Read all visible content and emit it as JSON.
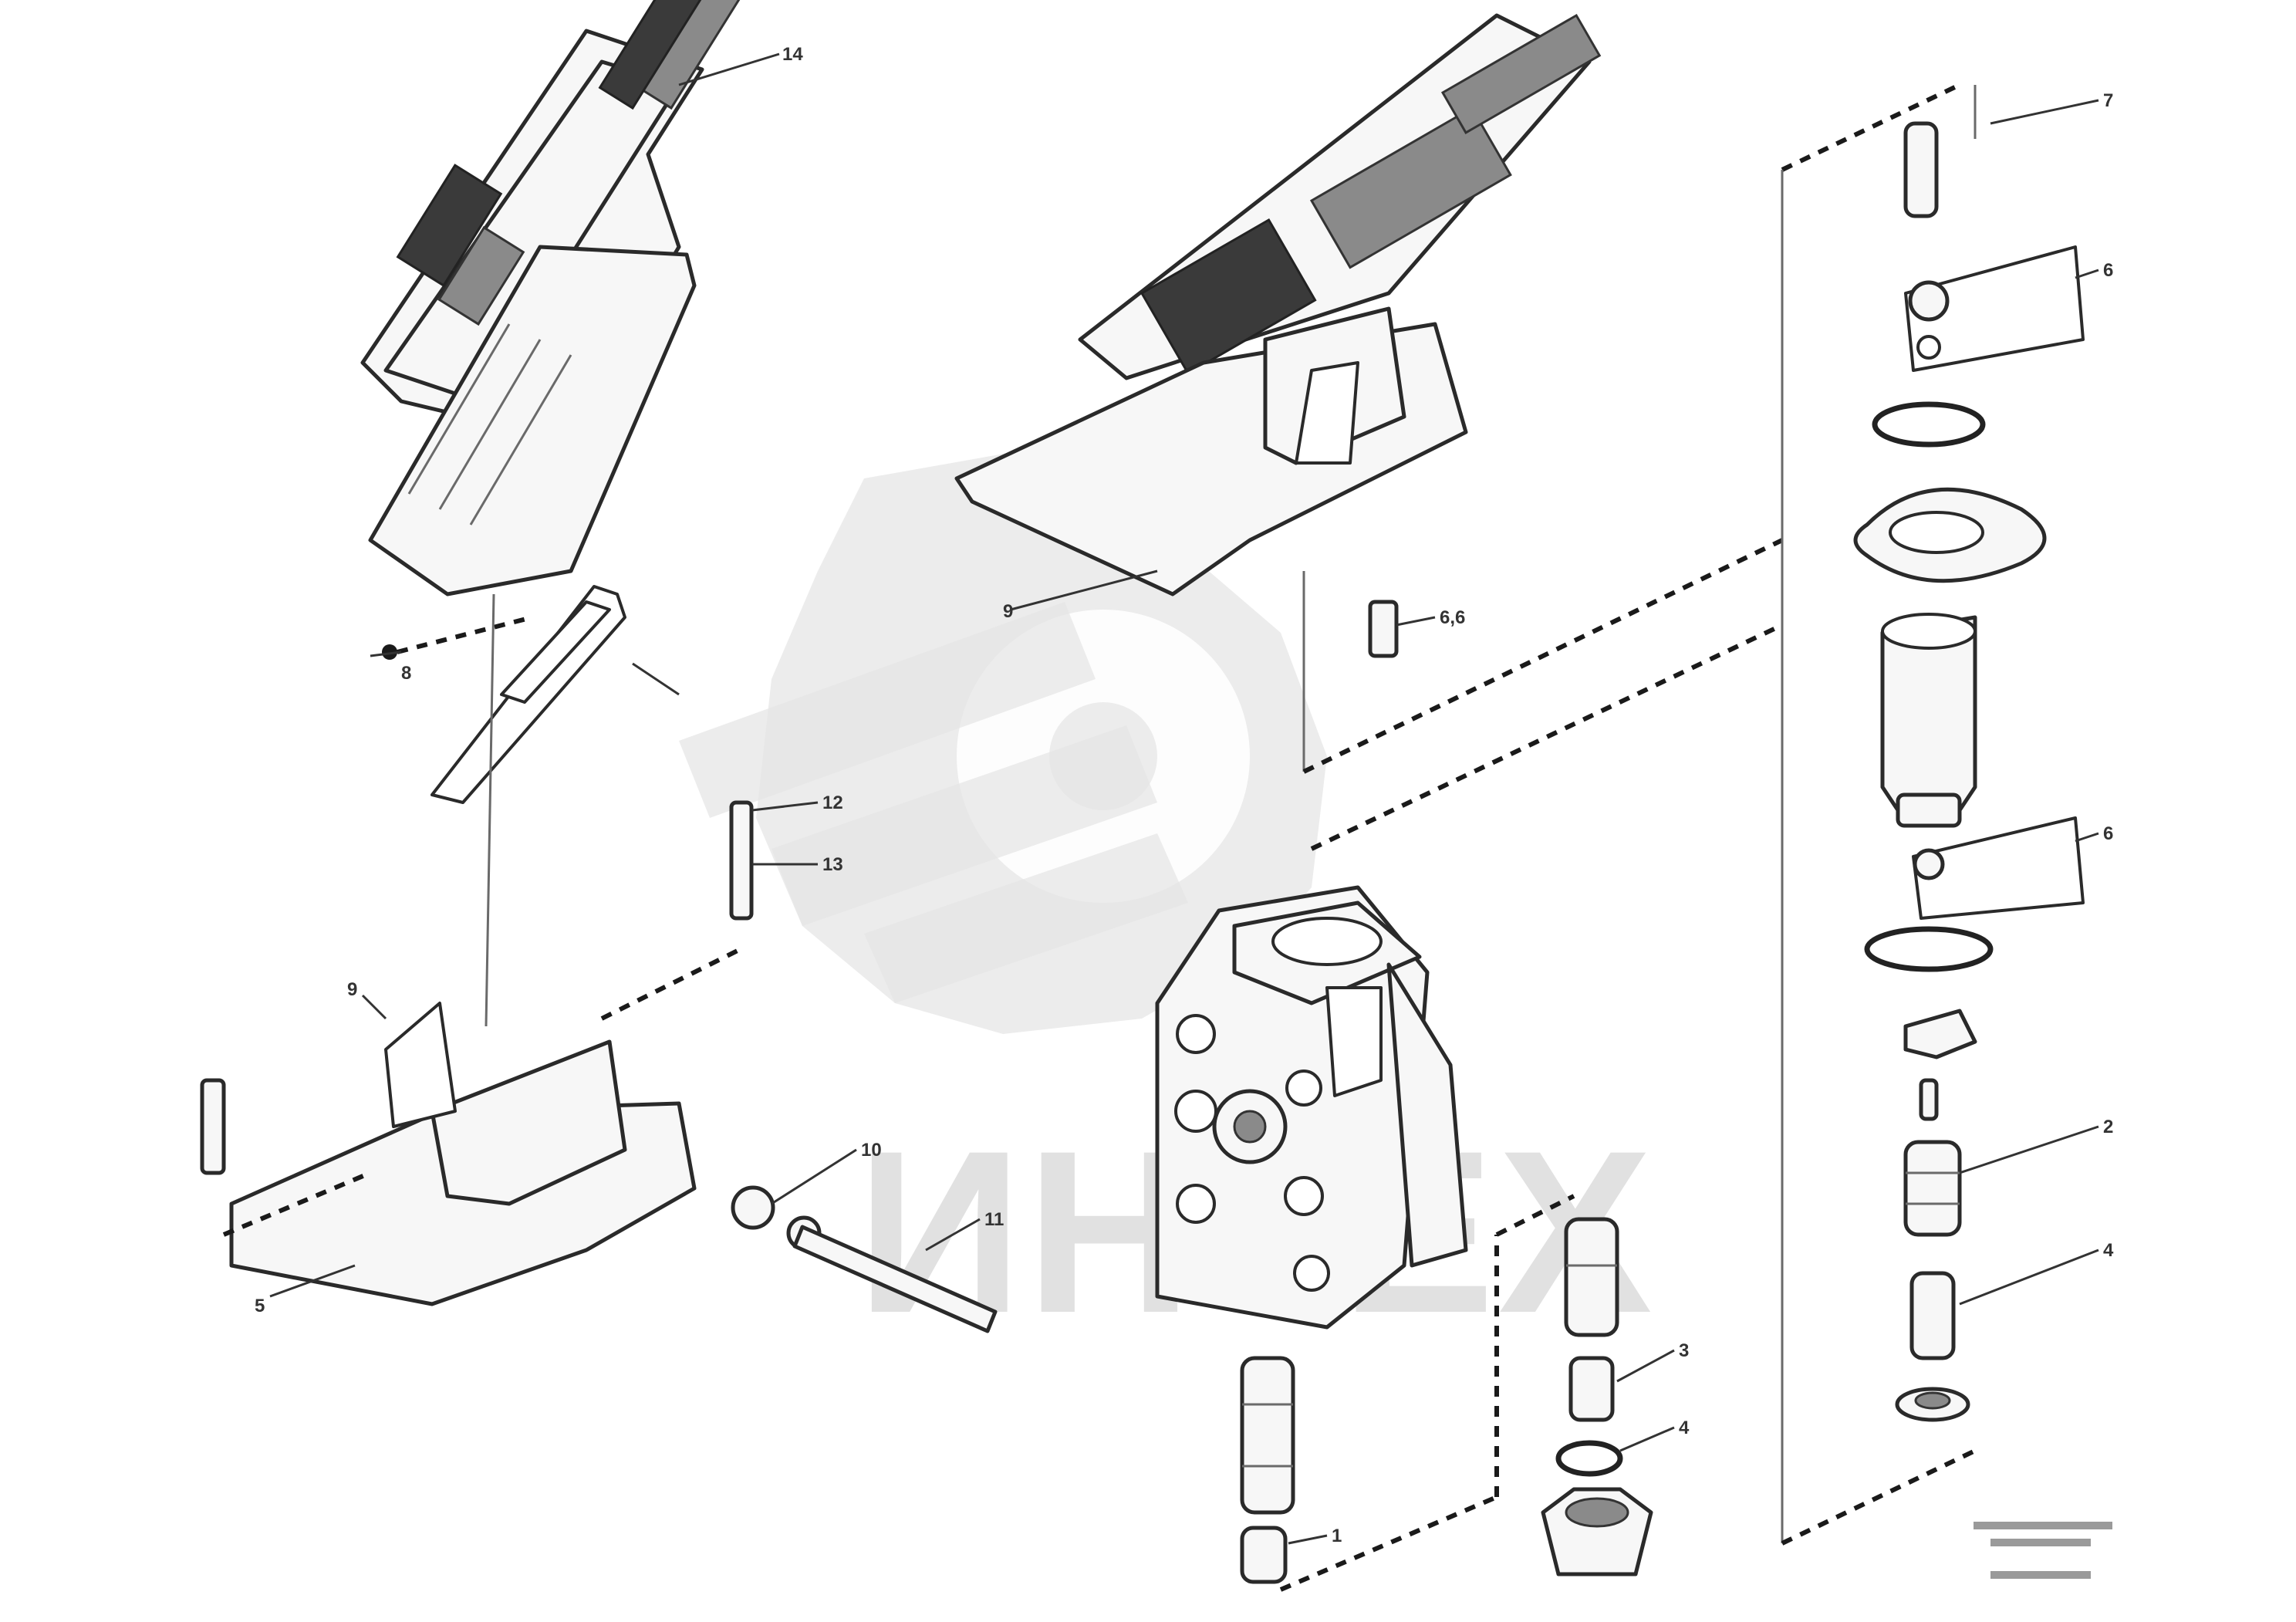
{
  "watermark": {
    "text": "ИНТЕХ"
  },
  "callouts": {
    "c1": "14",
    "c2": "8",
    "c3": "9",
    "c4": "7",
    "c5": "6",
    "c6": "6,6",
    "c7": "12",
    "c8": "13",
    "c9": "9",
    "c10": "10",
    "c11": "11",
    "c12": "5",
    "c13": "2",
    "c14": "4",
    "c15": "3",
    "c16": "4",
    "c17": "1"
  },
  "reference_code": {
    "line1": "",
    "line2": "",
    "line3": ""
  }
}
